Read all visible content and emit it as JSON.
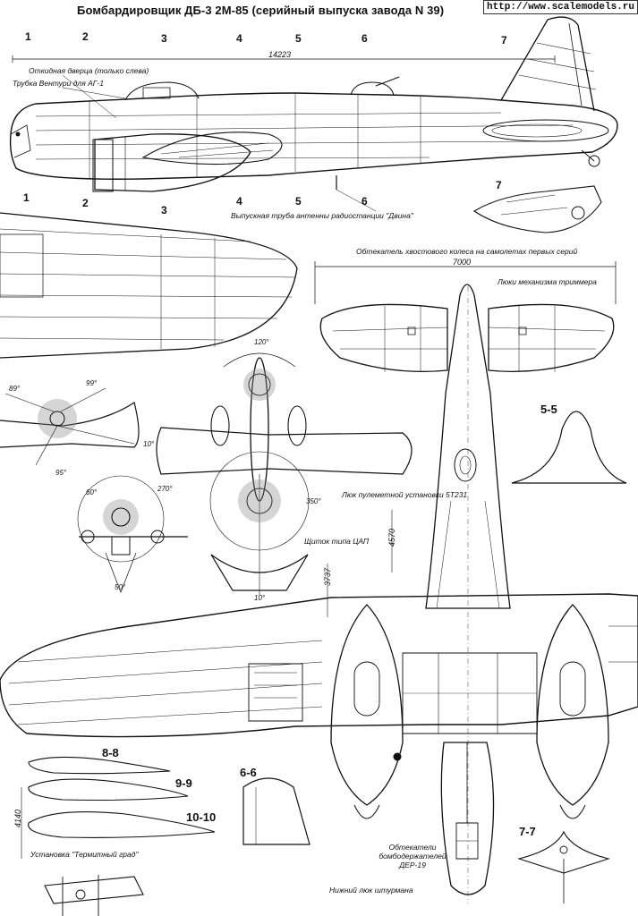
{
  "header": {
    "title": "Бомбардировщик ДБ-3 2М-85 (серийный выпуска завода N 39)",
    "watermark": "http://www.scalemodels.ru"
  },
  "stations_top": [
    "1",
    "2",
    "3",
    "4",
    "5",
    "6",
    "7"
  ],
  "stations_bottom": [
    "1",
    "2",
    "3",
    "4",
    "5",
    "6",
    "7"
  ],
  "dimensions": {
    "fuselage_length": "14223",
    "stabilizer_span": "7000",
    "dim_4570": "4570",
    "dim_3737": "3737",
    "dim_left_edge": "4140"
  },
  "callouts": {
    "door": "Откидная дверца (только слева)",
    "venturi": "Трубка Вентури для АГ-1",
    "antenna": "Выпускная труба антенны радиостанции \"Двина\"",
    "tailwheel_fairing": "Обтекатель хвостового колеса на самолетах первых серий",
    "trimmer_hatches": "Люки механизма триммера",
    "gun_hatch": "Люк пулеметной установки 5Т231",
    "flap": "Щиток типа ЦАП",
    "bomb_fairings": "Обтекатели бомбодержателей ДЕР-19",
    "navigator_hatch": "Нижний люк штурмана",
    "termite": "Установка \"Термитный град\""
  },
  "sections": {
    "s55": "5-5",
    "s66": "6-6",
    "s77": "7-7",
    "s88": "8-8",
    "s99": "9-9",
    "s1010": "10-10"
  },
  "firing_angles": {
    "a89": "89°",
    "a99": "99°",
    "a10a": "10°",
    "a95": "95°",
    "a60": "60°",
    "a270": "270°",
    "a50": "50°",
    "a120": "120°",
    "a350": "350°",
    "a10b": "10°"
  }
}
